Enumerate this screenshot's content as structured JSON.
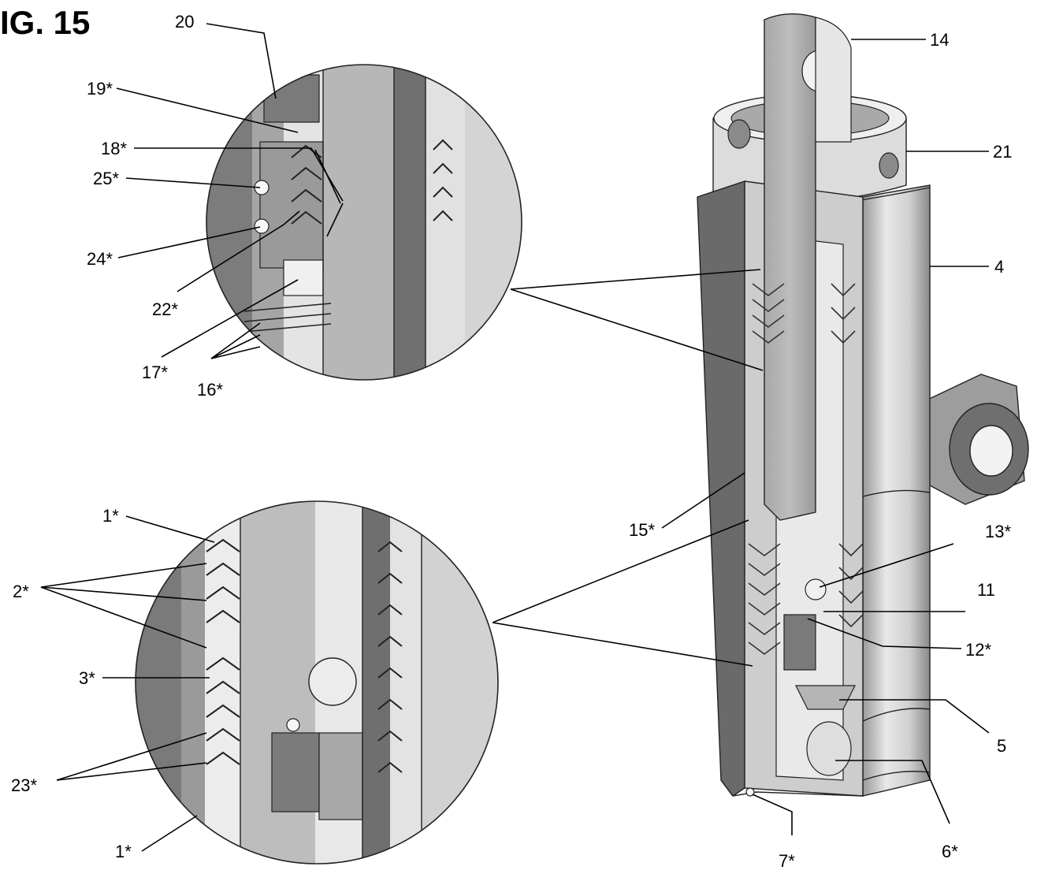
{
  "figure": {
    "title": "IG. 15"
  },
  "labels": {
    "l20": "20",
    "l19": "19*",
    "l18": "18*",
    "l25": "25*",
    "l24": "24*",
    "l22": "22*",
    "l17": "17*",
    "l16": "16*",
    "l1a": "1*",
    "l2": "2*",
    "l3": "3*",
    "l23": "23*",
    "l1b": "1*",
    "l14": "14",
    "l21": "21",
    "l4": "4",
    "l15": "15*",
    "l13": "13*",
    "l11": "11",
    "l12": "12*",
    "l5": "5",
    "l6": "6*",
    "l7": "7*"
  },
  "colors": {
    "dark": "#555555",
    "mid": "#8c8c8c",
    "light": "#c8c8c8",
    "pale": "#e6e6e6",
    "white": "#f7f7f7"
  }
}
